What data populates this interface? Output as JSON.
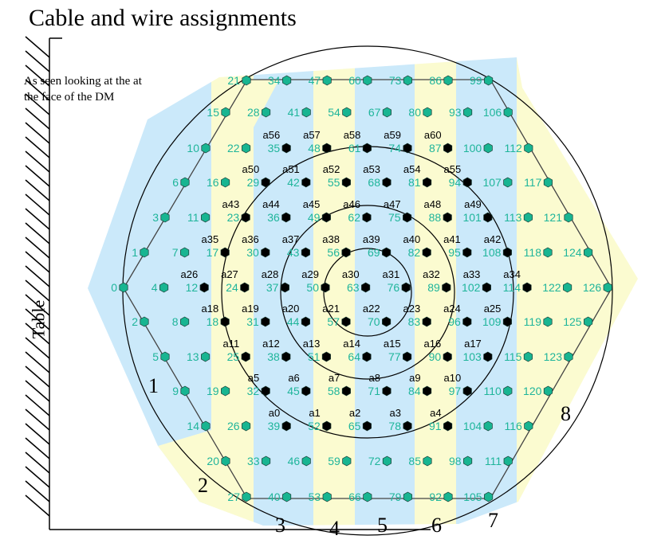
{
  "title": "Cable and wire assignments",
  "note_lines": [
    "As seen looking at the at",
    "the face of the DM"
  ],
  "table_label": "Table",
  "colors": {
    "blue": "#cbe9fa",
    "yellow": "#fbfbd0",
    "hex_teal": "#18b591",
    "hex_black": "#000000",
    "label_teal": "#1fb59b"
  },
  "cable_labels": [
    "1",
    "2",
    "3",
    "4",
    "5",
    "6",
    "7",
    "8"
  ],
  "teal_wires": [
    [
      "21",
      ""
    ],
    [
      "34",
      ""
    ],
    [
      "47",
      ""
    ],
    [
      "60",
      ""
    ],
    [
      "73",
      ""
    ],
    [
      "86",
      ""
    ],
    [
      "99",
      ""
    ],
    [
      "15",
      ""
    ],
    [
      "28",
      ""
    ],
    [
      "41",
      ""
    ],
    [
      "54",
      ""
    ],
    [
      "67",
      ""
    ],
    [
      "80",
      ""
    ],
    [
      "93",
      ""
    ],
    [
      "106",
      ""
    ],
    [
      "10",
      ""
    ],
    [
      "22",
      ""
    ],
    [
      "35",
      "a56"
    ],
    [
      "48",
      "a57"
    ],
    [
      "61",
      "a58"
    ],
    [
      "74",
      "a59"
    ],
    [
      "87",
      "a60"
    ],
    [
      "100",
      ""
    ],
    [
      "112",
      ""
    ],
    [
      "6",
      ""
    ],
    [
      "16",
      ""
    ],
    [
      "29",
      "a50"
    ],
    [
      "42",
      "a51"
    ],
    [
      "55",
      "a52"
    ],
    [
      "68",
      "a53"
    ],
    [
      "81",
      "a54"
    ],
    [
      "94",
      "a55"
    ],
    [
      "107",
      ""
    ],
    [
      "117",
      ""
    ],
    [
      "3",
      ""
    ],
    [
      "11",
      ""
    ],
    [
      "23",
      "a43"
    ],
    [
      "36",
      "a44"
    ],
    [
      "49",
      "a45"
    ],
    [
      "62",
      "a46"
    ],
    [
      "75",
      "a47"
    ],
    [
      "88",
      "a48"
    ],
    [
      "101",
      "a49"
    ],
    [
      "113",
      ""
    ],
    [
      "121",
      ""
    ],
    [
      "1",
      ""
    ],
    [
      "7",
      ""
    ],
    [
      "17",
      "a35"
    ],
    [
      "30",
      "a36"
    ],
    [
      "43",
      "a37"
    ],
    [
      "56",
      "a38"
    ],
    [
      "69",
      "a39"
    ],
    [
      "82",
      "a40"
    ],
    [
      "95",
      "a41"
    ],
    [
      "108",
      "a42"
    ],
    [
      "118",
      ""
    ],
    [
      "124",
      ""
    ],
    [
      "0",
      ""
    ],
    [
      "4",
      ""
    ],
    [
      "12",
      "a26"
    ],
    [
      "24",
      "a27"
    ],
    [
      "37",
      "a28"
    ],
    [
      "50",
      "a29"
    ],
    [
      "63",
      "a30"
    ],
    [
      "76",
      "a31"
    ],
    [
      "89",
      "a32"
    ],
    [
      "102",
      "a33"
    ],
    [
      "114",
      "a34"
    ],
    [
      "122",
      ""
    ],
    [
      "126",
      ""
    ],
    [
      "2",
      ""
    ],
    [
      "8",
      ""
    ],
    [
      "18",
      "a18"
    ],
    [
      "31",
      "a19"
    ],
    [
      "44",
      "a20"
    ],
    [
      "57",
      "a21"
    ],
    [
      "70",
      "a22"
    ],
    [
      "83",
      "a23"
    ],
    [
      "96",
      "a24"
    ],
    [
      "109",
      "a25"
    ],
    [
      "119",
      ""
    ],
    [
      "125",
      ""
    ],
    [
      "5",
      ""
    ],
    [
      "13",
      ""
    ],
    [
      "25",
      "a11"
    ],
    [
      "38",
      "a12"
    ],
    [
      "51",
      "a13"
    ],
    [
      "64",
      "a14"
    ],
    [
      "77",
      "a15"
    ],
    [
      "90",
      "a16"
    ],
    [
      "103",
      "a17"
    ],
    [
      "115",
      ""
    ],
    [
      "123",
      ""
    ],
    [
      "9",
      ""
    ],
    [
      "19",
      ""
    ],
    [
      "32",
      "a5"
    ],
    [
      "45",
      "a6"
    ],
    [
      "58",
      "a7"
    ],
    [
      "71",
      "a8"
    ],
    [
      "84",
      "a9"
    ],
    [
      "97",
      "a10"
    ],
    [
      "110",
      ""
    ],
    [
      "120",
      ""
    ],
    [
      "14",
      ""
    ],
    [
      "26",
      ""
    ],
    [
      "39",
      "a0"
    ],
    [
      "52",
      "a1"
    ],
    [
      "65",
      "a2"
    ],
    [
      "78",
      "a3"
    ],
    [
      "91",
      "a4"
    ],
    [
      "104",
      ""
    ],
    [
      "116",
      ""
    ],
    [
      "20",
      ""
    ],
    [
      "33",
      ""
    ],
    [
      "46",
      ""
    ],
    [
      "59",
      ""
    ],
    [
      "72",
      ""
    ],
    [
      "85",
      ""
    ],
    [
      "98",
      ""
    ],
    [
      "111",
      ""
    ],
    [
      "27",
      ""
    ],
    [
      "40",
      ""
    ],
    [
      "53",
      ""
    ],
    [
      "66",
      ""
    ],
    [
      "79",
      ""
    ],
    [
      "92",
      ""
    ],
    [
      "105",
      ""
    ]
  ]
}
